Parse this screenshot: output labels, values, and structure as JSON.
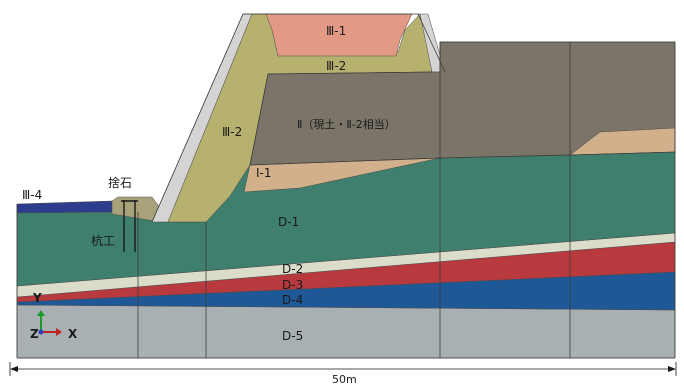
{
  "layers": {
    "iii_1": "Ⅲ-1",
    "iii_2_top": "Ⅲ-2",
    "iii_2_left": "Ⅲ-2",
    "ii": "Ⅱ（現土・Ⅱ-2相当）",
    "i_1": "Ⅰ-1",
    "iii_4": "Ⅲ-4",
    "d_1": "D-1",
    "d_2": "D-2",
    "d_3": "D-3",
    "d_4": "D-4",
    "d_5": "D-5"
  },
  "structures": {
    "rubble": "捨石",
    "piles": "杭工"
  },
  "axes": {
    "y": "Y",
    "z": "Z",
    "x": "X"
  },
  "dimension": {
    "width_label": "50m"
  },
  "colors": {
    "iii_1": "#e29a84",
    "iii_2": "#b7b16f",
    "ii": "#7b7468",
    "i_1": "#d2b08b",
    "iii_4": "#2e3c8e",
    "d_1": "#3e7f6d",
    "d_2": "#dcdccb",
    "d_3": "#b83a3f",
    "d_4": "#1f5896",
    "d_5": "#a9b0b4",
    "embankment_face": "#d4d4d4",
    "rubble": "#a7a27a"
  }
}
